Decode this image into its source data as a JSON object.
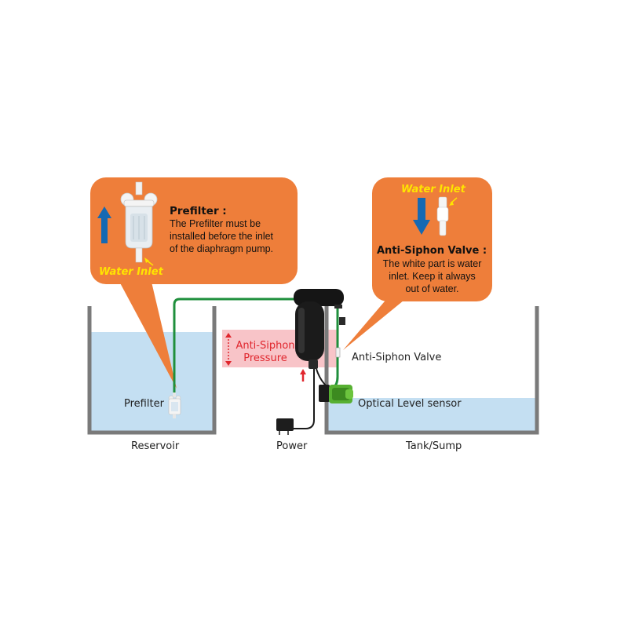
{
  "colors": {
    "callout": "#ee7e3a",
    "water": "#c4dff2",
    "pressure_band": "#f8c4c8",
    "pressure_text": "#e0262d",
    "tube": "#1f8f3c",
    "arrow_blue": "#1569b3",
    "water_inlet_text": "#ffe400",
    "tank_wall": "#7a7a7a"
  },
  "prefilter_callout": {
    "title": "Prefilter :",
    "body_lines": [
      "The Prefilter must be",
      "installed before the inlet",
      "of the diaphragm pump."
    ],
    "water_inlet": "Water Inlet",
    "icon": "prefilter-icon",
    "arrow_icon": "arrow-up-icon"
  },
  "valve_callout": {
    "water_inlet": "Water Inlet",
    "title": "Anti-Siphon Valve :",
    "body_lines": [
      "The white part is water",
      "inlet. Keep it always",
      "out of water."
    ],
    "icon": "anti-siphon-valve-icon",
    "arrow_icon": "arrow-down-icon"
  },
  "pressure": {
    "lines": [
      "Anti-Siphon",
      "Pressure"
    ]
  },
  "labels": {
    "prefilter": "Prefilter",
    "anti_siphon_valve": "Anti-Siphon Valve",
    "optical_sensor": "Optical Level sensor",
    "reservoir": "Reservoir",
    "power": "Power",
    "tank": "Tank/Sump"
  }
}
